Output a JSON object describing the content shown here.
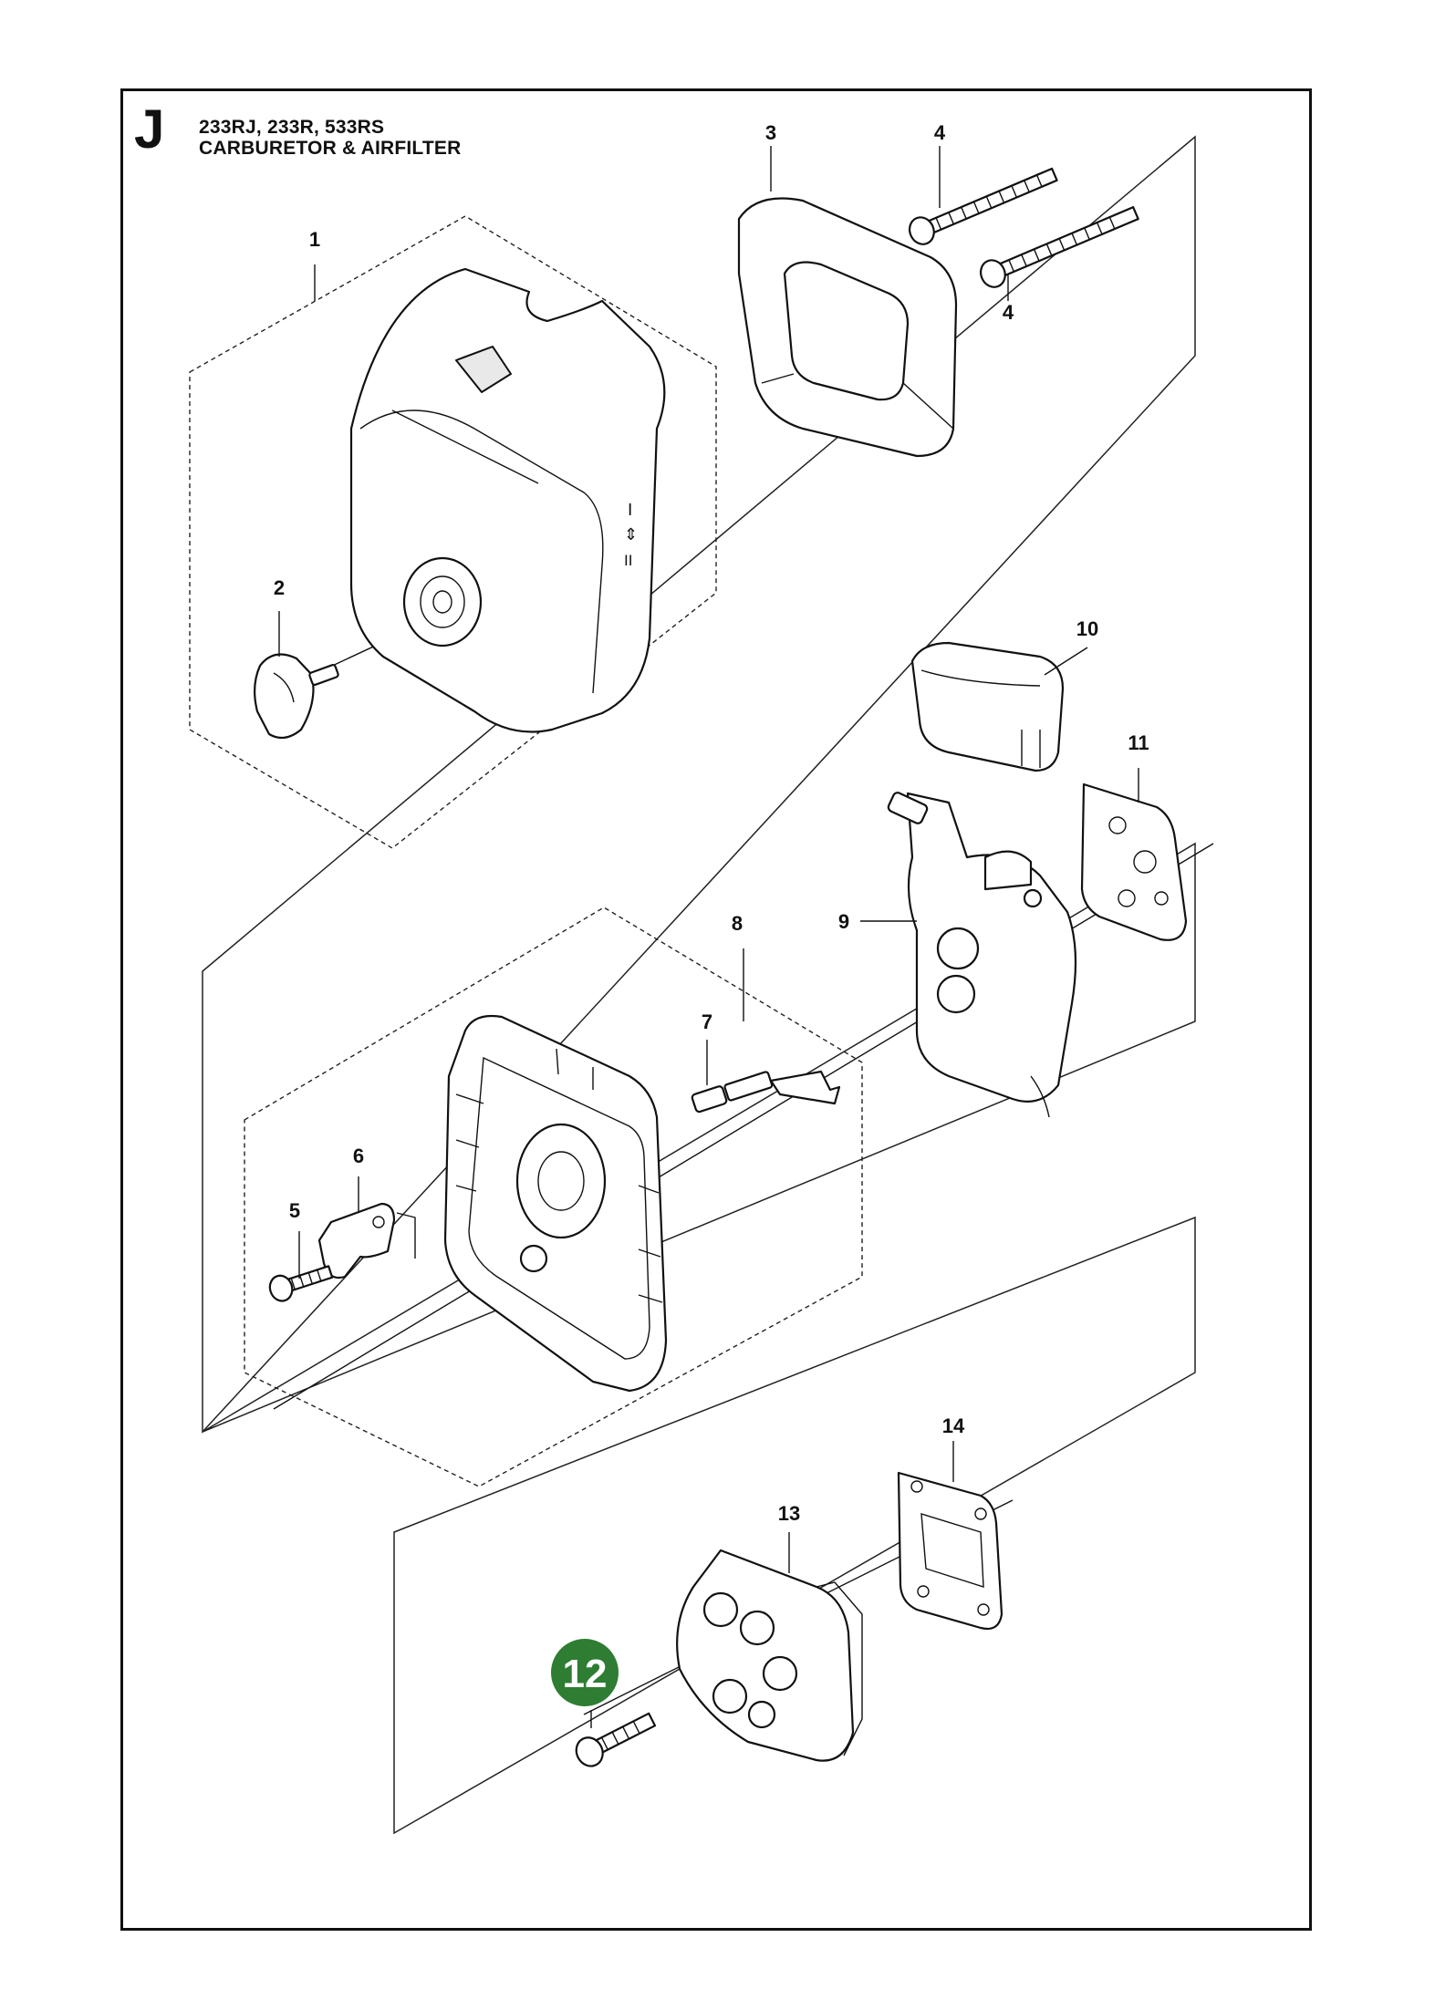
{
  "header": {
    "section_letter": "J",
    "models": "233RJ, 233R, 533RS",
    "title": "CARBURETOR & AIRFILTER"
  },
  "callouts": [
    {
      "id": "1",
      "label": "1"
    },
    {
      "id": "2",
      "label": "2"
    },
    {
      "id": "3",
      "label": "3"
    },
    {
      "id": "4a",
      "label": "4"
    },
    {
      "id": "4b",
      "label": "4"
    },
    {
      "id": "5",
      "label": "5"
    },
    {
      "id": "6",
      "label": "6"
    },
    {
      "id": "7",
      "label": "7"
    },
    {
      "id": "8",
      "label": "8"
    },
    {
      "id": "9",
      "label": "9"
    },
    {
      "id": "10",
      "label": "10"
    },
    {
      "id": "11",
      "label": "11"
    },
    {
      "id": "13",
      "label": "13"
    },
    {
      "id": "14",
      "label": "14"
    }
  ],
  "highlight": {
    "label": "12",
    "color": "#2e7d32"
  },
  "colors": {
    "line": "#111111",
    "highlight": "#2e7d32"
  }
}
